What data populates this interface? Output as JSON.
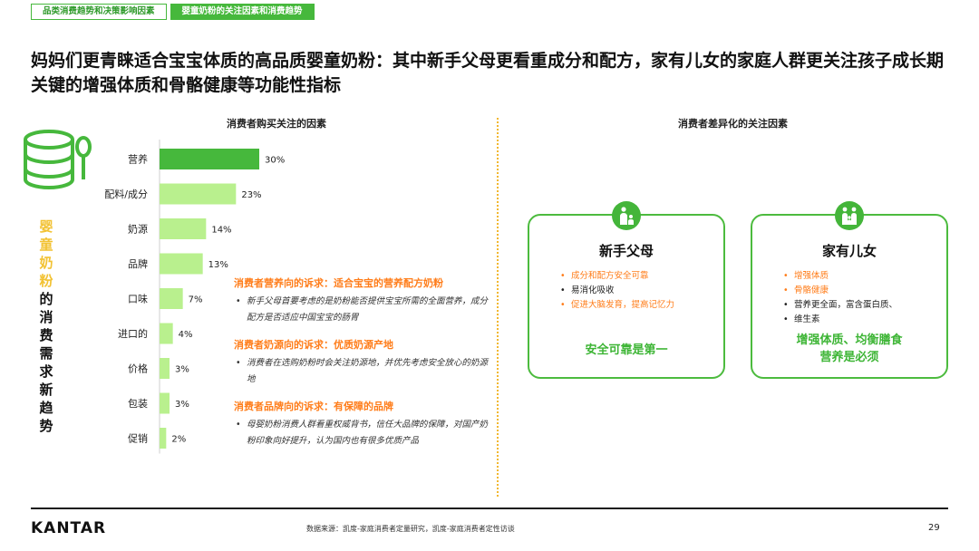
{
  "tabs": [
    {
      "label": "品类消费趋势和决策影响因素"
    },
    {
      "label": "婴童奶粉的关注因素和消费趋势"
    }
  ],
  "headline": "妈妈们更青睐适合宝宝体质的高品质婴童奶粉：其中新手父母更看重成分和配方，家有儿女的家庭人群更关注孩子成长期关键的增强体质和骨骼健康等功能性指标",
  "left_section_title": "消费者购买关注的因素",
  "right_section_title": "消费者差异化的关注因素",
  "side_label": {
    "green": "婴童奶粉",
    "black": "的消费需求新趋势"
  },
  "chart_data": {
    "type": "bar",
    "orientation": "horizontal",
    "categories": [
      "营养",
      "配料/成分",
      "奶源",
      "品牌",
      "口味",
      "进口的",
      "价格",
      "包装",
      "促销"
    ],
    "values": [
      30,
      23,
      14,
      13,
      7,
      4,
      3,
      3,
      2
    ],
    "value_labels": [
      "30%",
      "23%",
      "14%",
      "13%",
      "7%",
      "4%",
      "3%",
      "3%",
      "2%"
    ],
    "highlight_color": "#46b83c",
    "bar_color": "#b9f08e",
    "xlim": [
      0,
      30
    ]
  },
  "appeals": [
    {
      "title": "消费者营养向的诉求：适合宝宝的营养配方奶粉",
      "body": "新手父母首要考虑的是奶粉能否提供宝宝所需的全面营养，成分配方是否适应中国宝宝的肠胃"
    },
    {
      "title": "消费者奶源向的诉求：优质奶源产地",
      "body": "消费者在选购奶粉时会关注奶源地，并优先考虑安全放心的奶源地"
    },
    {
      "title": "消费者品牌向的诉求：有保障的品牌",
      "body": "母婴奶粉消费人群看重权威背书，信任大品牌的保障，对国产奶粉印象向好提升，认为国内也有很多优质产品"
    }
  ],
  "cards": [
    {
      "title": "新手父母",
      "items": [
        {
          "text": "成分和配方安全可靠",
          "tone": "orange"
        },
        {
          "text": "易消化吸收",
          "tone": "black"
        },
        {
          "text": "促进大脑发育，提高记忆力",
          "tone": "orange"
        }
      ],
      "slogan": [
        "安全可靠是第一"
      ],
      "icon": "parent-child-icon"
    },
    {
      "title": "家有儿女",
      "items": [
        {
          "text": "增强体质",
          "tone": "orange"
        },
        {
          "text": "骨骼健康",
          "tone": "orange"
        },
        {
          "text": "营养更全面，富含蛋白质、",
          "tone": "black"
        },
        {
          "text": "维生素",
          "tone": "plain"
        }
      ],
      "slogan": [
        "增强体质、均衡膳食",
        "营养是必须"
      ],
      "icon": "family-icon"
    }
  ],
  "footer": {
    "brand": "KANTAR",
    "source": "数据来源：凯度-家庭消费者定量研究，凯度-家庭消费者定性访谈",
    "page": "29"
  },
  "colors": {
    "accent": "#46b83c",
    "orange": "#ff7d1a",
    "yellow": "#f2c233"
  }
}
